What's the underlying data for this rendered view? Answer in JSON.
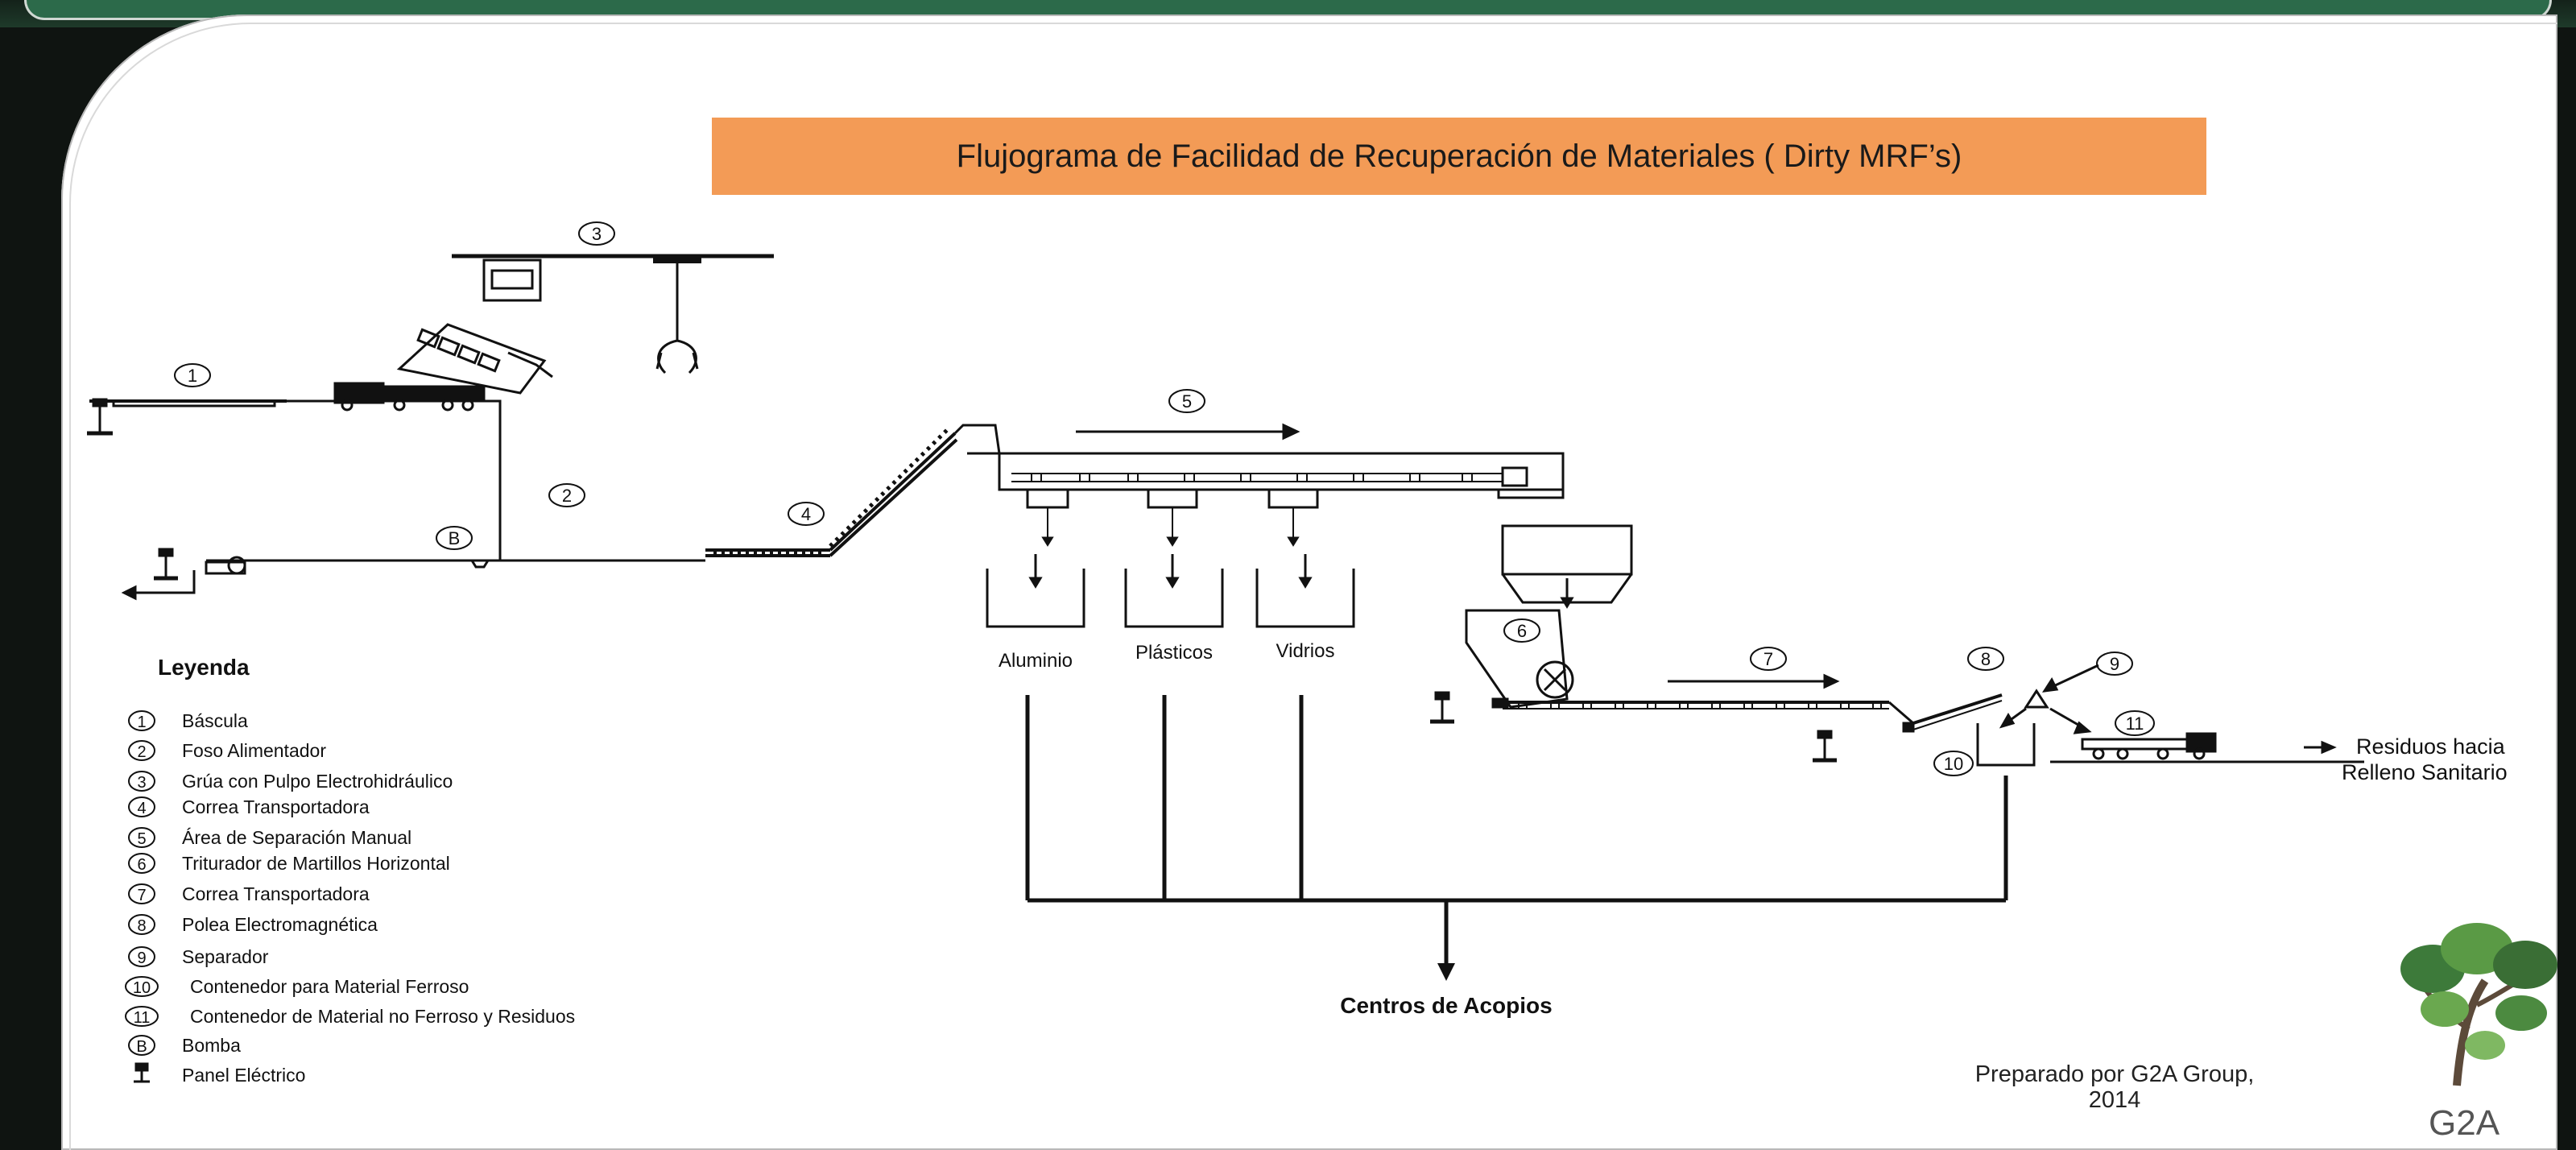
{
  "title": "Flujograma de Facilidad de Recuperación de Materiales ( Dirty MRF’s)",
  "numbers": [
    "1",
    "2",
    "3",
    "4",
    "5",
    "6",
    "7",
    "8",
    "9",
    "10",
    "11"
  ],
  "bomb_letter": "B",
  "bins": {
    "aluminio": "Aluminio",
    "plasticos": "Plásticos",
    "vidrios": "Vidrios"
  },
  "center_label": "Centros de Acopios",
  "residuos": {
    "line1": "Residuos hacia",
    "line2": "Relleno Sanitario"
  },
  "legend": {
    "title": "Leyenda",
    "items": [
      {
        "sym": "1",
        "text": "Báscula"
      },
      {
        "sym": "2",
        "text": "Foso Alimentador"
      },
      {
        "sym": "3",
        "text": "Grúa con Pulpo Electrohidráulico"
      },
      {
        "sym": "4",
        "text": "Correa Transportadora"
      },
      {
        "sym": "5",
        "text": "Área de Separación Manual"
      },
      {
        "sym": "6",
        "text": "Triturador de Martillos Horizontal"
      },
      {
        "sym": "7",
        "text": "Correa Transportadora"
      },
      {
        "sym": "8",
        "text": "Polea Electromagnética"
      },
      {
        "sym": "9",
        "text": "Separador"
      },
      {
        "sym": "10",
        "text": "Contenedor para Material Ferroso"
      },
      {
        "sym": "11",
        "text": "Contenedor de Material no Ferroso y Residuos"
      },
      {
        "sym": "B",
        "text": "Bomba"
      },
      {
        "sym": "",
        "text": "Panel Eléctrico"
      }
    ]
  },
  "footer": {
    "line1": "Preparado por G2A Group,",
    "line2": "2014"
  },
  "logo": "G2A",
  "colors": {
    "title_bg": "#f39b56",
    "frame": "#2c6a4a"
  }
}
